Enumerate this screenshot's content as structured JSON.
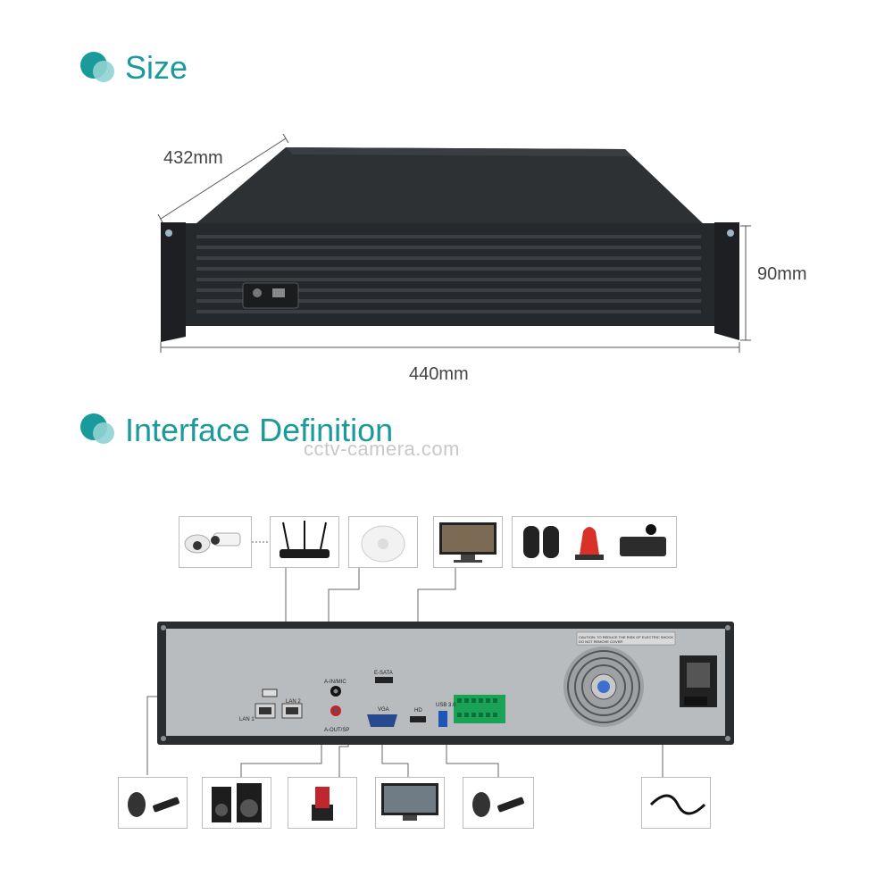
{
  "sections": {
    "size_title": "Size",
    "interface_title": "Interface Definition"
  },
  "dimensions": {
    "depth": "432mm",
    "height": "90mm",
    "width": "440mm"
  },
  "watermark": "cctv-camera.com",
  "rear_panel": {
    "port_labels": {
      "lan1": "LAN 1",
      "lan2": "LAN 2",
      "audio_in": "A-IN/MIC",
      "audio_out": "A-OUT/SP",
      "esata": "E-SATA",
      "vga": "VGA",
      "hdmi": "HD",
      "usb3": "USB 3.0"
    },
    "caution": "CAUTION: TO REDUCE THE RISK OF ELECTRIC SHOCK DO NOT REMOVE COVER"
  },
  "peripherals_top": [
    "ip-cameras",
    "router",
    "microphone",
    "monitor-hdmi",
    "alarm-devices"
  ],
  "peripherals_bottom": [
    "mouse-usb",
    "speakers",
    "esata-dock",
    "monitor-vga",
    "mouse-usb-3",
    "power-cable"
  ],
  "colors": {
    "accent": "#1a9a9a",
    "accent_light": "#8fd3d1",
    "chassis": "#2a2d30",
    "panel": "#b9bcbe"
  }
}
